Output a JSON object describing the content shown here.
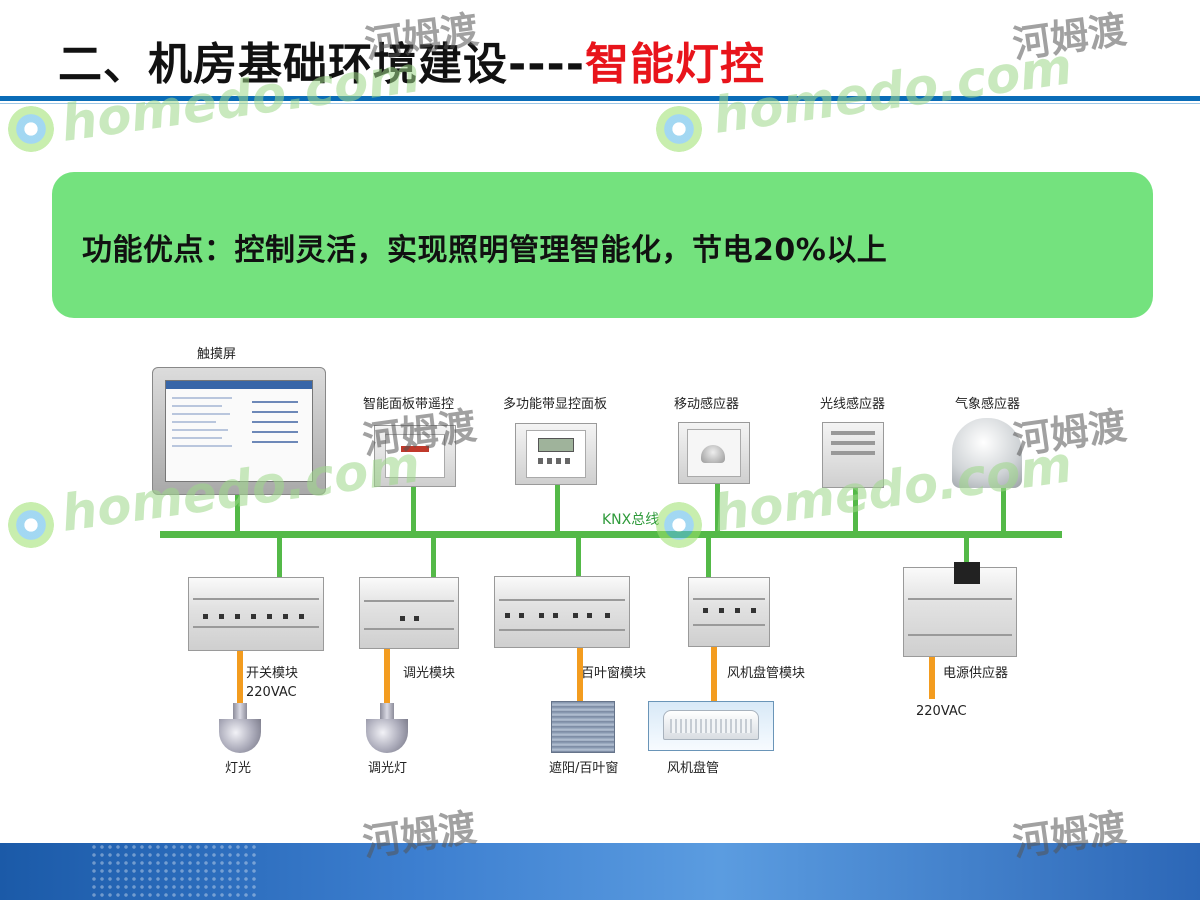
{
  "title": {
    "prefix": "二、机房基础环境建设----",
    "accent": "智能灯控"
  },
  "callout": {
    "text": "功能优点：控制灵活，实现照明管理智能化，节电20%以上"
  },
  "diagram": {
    "bus_label": "KNX总线",
    "top_devices": [
      "触摸屏",
      "智能面板带遥控",
      "多功能带显控面板",
      "移动感应器",
      "光线感应器",
      "气象感应器"
    ],
    "modules": [
      "开关模块",
      "调光模块",
      "百叶窗模块",
      "风机盘管模块",
      "电源供应器"
    ],
    "voltage_1": "220VAC",
    "voltage_2": "220VAC",
    "loads": [
      "灯光",
      "调光灯",
      "遮阳/百叶窗",
      "风机盘管"
    ]
  },
  "watermark": {
    "site": "homedo.com",
    "cn": "河姆渡"
  },
  "colors": {
    "title_rule": "#0a6cb7",
    "callout_bg": "#74e27e",
    "bus": "#54b948",
    "power_line": "#f39c1f",
    "accent": "#e8141b"
  }
}
